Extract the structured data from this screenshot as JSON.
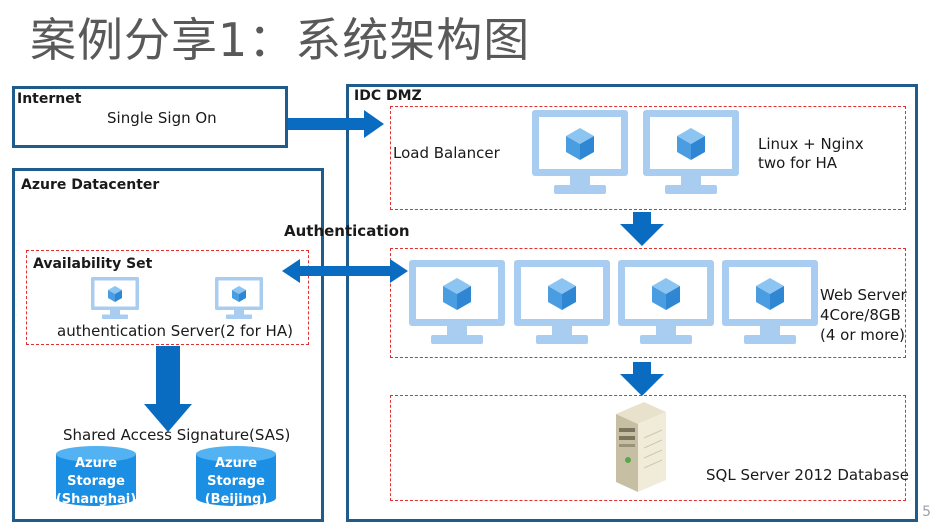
{
  "title": "案例分享1：系统架构图",
  "page_number": "5",
  "internet": {
    "label": "Internet",
    "service": "Single Sign On"
  },
  "azure": {
    "label": "Azure Datacenter",
    "availability_set": "Availability Set",
    "auth_server": "authentication Server(2 for HA)",
    "sas": "Shared Access Signature(SAS)",
    "storage_shanghai": [
      "Azure",
      "Storage",
      "(Shanghai)"
    ],
    "storage_beijing": [
      "Azure",
      "Storage",
      "(Beijing)"
    ]
  },
  "authentication": "Authentication",
  "idc": {
    "label": "IDC DMZ",
    "load_balancer": "Load Balancer",
    "lb_desc": [
      "Linux + Nginx",
      "two for HA"
    ],
    "web_server": [
      "Web Server",
      "4Core/8GB",
      "(4 or more)"
    ],
    "sql": "SQL Server 2012 Database"
  },
  "colors": {
    "border": "#1f5c8b",
    "arrow": "#0a6cc0",
    "monitor": "#a9cdf0",
    "cube": "#5aa9e6",
    "dash": "#e03030",
    "cylinder": "#1b8fe3"
  }
}
